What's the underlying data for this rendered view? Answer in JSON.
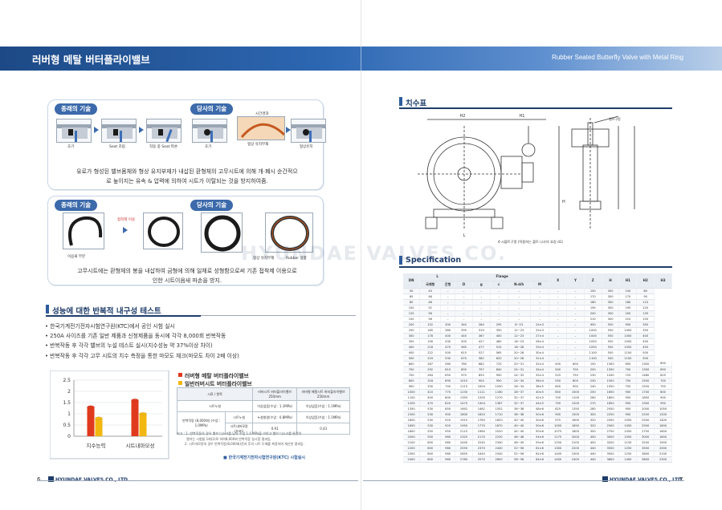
{
  "header": {
    "left_title": "러버형 메탈 버터플라이밸브",
    "right_title": "Rubber Seated Butterfly Valve with Metal Ring"
  },
  "panel1": {
    "tag_prior": "종래의 기술",
    "tag_ours": "당사의 기술",
    "labels": [
      "초기",
      "Seat 조립",
      "작동 중 Seat 파손",
      "초기",
      "형상 유지부재",
      "형상유지"
    ],
    "label_time": "시간경과",
    "caption": "유로가 형성된 밸브몸체와 형상 유지부재가 내삽된 환형체의 고무시트에 의해 개·폐시 순간적으로 높이지는 유속 & 압력에 의하여 시트가 이탈되는 것을 방지하여줌."
  },
  "panel2": {
    "tag_prior": "종래의 기술",
    "tag_ours": "당사의 기술",
    "label_defect": "접착제 이용",
    "label_bond": "이음새 부분",
    "label_part": "형상 유지부재",
    "label_rubber": "Rubber 방향",
    "caption": "고무시트에는 환형체의 봉을 내삽하여 금형에 의해 일체로 성형함으로써 기존 접착제 이용으로 인한 시트이음새 파손을 방지."
  },
  "section_test": {
    "title": "성능에 대한 반복적 내구성 테스트",
    "bullets": [
      "한국기계전기전자시험연구원(KTC)에서 공인 시험 실시",
      "250A 사이즈를 기존 일반 제품과 신청제품을 동시에 각각 8,000회 반복작동",
      "반복작동 후 각각 밸브의 누설 테스트 실시(지수성능 약 37%이상 차이)",
      "반복작동 후 각각 고무 시트의 치수 측정을 통한 마모도 체크(마모도 차이 2배 이상)"
    ]
  },
  "legend": {
    "item1": "러버형 메탈 버터플라이밸브",
    "item2": "일반러버시트 버터플라이밸브",
    "color1": "#e03a1e",
    "color2": "#f3b712"
  },
  "chart_data": {
    "type": "bar",
    "categories": [
      "지수능력",
      "시트내마모성"
    ],
    "series": [
      {
        "values": [
          1.3,
          1.6
        ]
      },
      {
        "values": [
          0.8,
          1.0
        ]
      }
    ],
    "yticks": [
      "0",
      "0.5",
      "1",
      "1.5",
      "2",
      "2.5"
    ],
    "ylim": [
      0,
      2.5
    ]
  },
  "test_table": {
    "h_item": "항목",
    "h_sample": "시료",
    "h_col1": "러버시트 버터플라이밸브 250mm",
    "h_col2": "러버형 메탈시트 버터플라이밸브 250mm",
    "row1_label": "시트누설",
    "row1_c1": "이상없음(수압 : 1.1MPa)",
    "row1_c2": "이상없음(수압 : 1.1MPa)",
    "row2_group": "반복작동 (8,000회) (수압 : 1.0MPa)",
    "row2_label": "시트누설",
    "row2_c1": "누설발생(수압 : 0.8MPa)",
    "row2_c2": "이상없음(수압 : 1.1MPa)",
    "row3_label": "시트내마모량 (mm)",
    "row3_c1": "0.91",
    "row3_c2": "0.43"
  },
  "notes": [
    "비고 : 1. 반복작동의 경우 밸브 디스크를 닫아 수압 1.0 MPa을 가하고 밸브 디스크를 완전히",
    "열어는 시험을 1회(2)로 하여8,000회 반복작동 실시함 결과임.",
    "2. 시트마모량의 경우 반복작동(8,000회)전과 후의 시트 두께를 측정하여 계산한 결과임."
  ],
  "ktc_note": "■ 한국기계전기전자시험연구원(KTC) 시험실시",
  "section_dim": {
    "title": "치수표",
    "stem_label": "밸브구멍",
    "hole_note": "4-시볼트구멍 (적용하는 볼트 나사의 호칭 d1)"
  },
  "dims": {
    "H2": "H2",
    "H1": "H1",
    "L": "L",
    "H": "H"
  },
  "section_spec": {
    "title": "Specification"
  },
  "spec_headers": {
    "dn": "DN",
    "l": "L",
    "flange": "Flange",
    "cols": [
      "국제형",
      "간형",
      "D",
      "g",
      "c",
      "N-d/h",
      "M",
      "X",
      "Y",
      "Z",
      "H",
      "H1",
      "H2",
      "H3"
    ]
  },
  "spec_rows": [
    [
      "50",
      "43",
      "–",
      "–",
      "–",
      "–",
      "–",
      "–",
      "–",
      "–",
      "150",
      "300",
      "150",
      "80"
    ],
    [
      "65",
      "46",
      "–",
      "–",
      "–",
      "–",
      "–",
      "–",
      "–",
      "–",
      "170",
      "300",
      "170",
      "95"
    ],
    [
      "80",
      "46",
      "–",
      "–",
      "–",
      "–",
      "–",
      "–",
      "–",
      "–",
      "180",
      "300",
      "180",
      "110"
    ],
    [
      "100",
      "52",
      "–",
      "–",
      "–",
      "–",
      "–",
      "–",
      "–",
      "–",
      "195",
      "300",
      "195",
      "120"
    ],
    [
      "125",
      "56",
      "–",
      "–",
      "–",
      "–",
      "–",
      "–",
      "–",
      "–",
      "200",
      "300",
      "200",
      "135"
    ],
    [
      "150",
      "56",
      "–",
      "–",
      "–",
      "–",
      "–",
      "–",
      "–",
      "–",
      "210",
      "300",
      "210",
      "150"
    ],
    [
      "200",
      "152",
      "300",
      "340",
      "264",
      "295",
      "8~23",
      "24×3",
      "–",
      "–",
      "950",
      "550",
      "950",
      "350"
    ],
    [
      "250",
      "165",
      "380",
      "395",
      "319",
      "350",
      "12~23",
      "25×3",
      "–",
      "–",
      "1000",
      "550",
      "1000",
      "350"
    ],
    [
      "300",
      "178",
      "400",
      "445",
      "367",
      "400",
      "12~23",
      "27×4",
      "–",
      "–",
      "1000",
      "550",
      "1000",
      "400"
    ],
    [
      "350",
      "190",
      "430",
      "505",
      "427",
      "460",
      "16~23",
      "28×4",
      "–",
      "–",
      "1050",
      "550",
      "1050",
      "450"
    ],
    [
      "400",
      "216",
      "470",
      "565",
      "477",
      "515",
      "16~28",
      "29×4",
      "–",
      "–",
      "1050",
      "550",
      "1050",
      "450"
    ],
    [
      "450",
      "222",
      "500",
      "615",
      "527",
      "565",
      "20~28",
      "30×4",
      "–",
      "–",
      "1100",
      "550",
      "1100",
      "500"
    ],
    [
      "500",
      "229",
      "530",
      "670",
      "582",
      "620",
      "20~28",
      "31×4",
      "–",
      "–",
      "1100",
      "550",
      "1100",
      "500"
    ],
    [
      "600",
      "267",
      "580",
      "780",
      "682",
      "725",
      "20~31",
      "32×4",
      "450",
      "600",
      "150",
      "1300",
      "650",
      "1300",
      "600"
    ],
    [
      "700",
      "292",
      "610",
      "895",
      "797",
      "840",
      "24~31",
      "34×4",
      "500",
      "700",
      "200",
      "1350",
      "700",
      "1350",
      "650"
    ],
    [
      "750",
      "284",
      "650",
      "970",
      "855",
      "900",
      "24~32",
      "35×4",
      "525",
      "750",
      "230",
      "1430",
      "725",
      "1480",
      "625"
    ],
    [
      "800",
      "318",
      "690",
      "1015",
      "904",
      "950",
      "24~34",
      "36×4",
      "550",
      "800",
      "230",
      "1500",
      "750",
      "1500",
      "700"
    ],
    [
      "900",
      "330",
      "740",
      "1115",
      "1004",
      "1050",
      "28~34",
      "38×5",
      "600",
      "900",
      "240",
      "1550",
      "750",
      "1550",
      "750"
    ],
    [
      "1000",
      "410",
      "770",
      "1230",
      "1111",
      "1160",
      "28~37",
      "40×5",
      "650",
      "1000",
      "250",
      "1650",
      "900",
      "1700",
      "800"
    ],
    [
      "1100",
      "450",
      "800",
      "1355",
      "1200",
      "1270",
      "32~37",
      "42×5",
      "700",
      "1100",
      "260",
      "1800",
      "950",
      "1800",
      "900"
    ],
    [
      "1200",
      "470",
      "820",
      "1470",
      "1304",
      "1387",
      "32~37",
      "44×5",
      "750",
      "1200",
      "270",
      "1850",
      "950",
      "1900",
      "950"
    ],
    [
      "1350",
      "530",
      "850",
      "1642",
      "1462",
      "1552",
      "36~38",
      "48×6",
      "825",
      "1350",
      "280",
      "2050",
      "950",
      "2000",
      "1050"
    ],
    [
      "1500",
      "530",
      "900",
      "1800",
      "1620",
      "1710",
      "36~38",
      "50×6",
      "900",
      "1500",
      "300",
      "2250",
      "950",
      "2250",
      "1200"
    ],
    [
      "1600",
      "530",
      "920",
      "1915",
      "1760",
      "1820",
      "40~40",
      "50×6",
      "975",
      "1600",
      "320",
      "2500",
      "1050",
      "2500",
      "1400"
    ],
    [
      "1650",
      "530",
      "920",
      "1950",
      "1770",
      "1870",
      "40~40",
      "50×6",
      "1050",
      "1650",
      "320",
      "2500",
      "1050",
      "2500",
      "1600"
    ],
    [
      "1800",
      "550",
      "950",
      "2115",
      "1960",
      "2020",
      "44~40",
      "50×6",
      "1075",
      "1800",
      "350",
      "2750",
      "1050",
      "2750",
      "1600"
    ],
    [
      "2000",
      "550",
      "980",
      "2325",
      "2170",
      "2230",
      "48~48",
      "54×6",
      "1175",
      "2000",
      "450",
      "3000",
      "1050",
      "3000",
      "1800"
    ],
    [
      "2100",
      "600",
      "980",
      "2440",
      "2240",
      "2340",
      "48~49",
      "59×6",
      "1250",
      "2100",
      "400",
      "3200",
      "1150",
      "3250",
      "1900"
    ],
    [
      "2200",
      "600",
      "980",
      "2550",
      "2370",
      "2440",
      "52~56",
      "61×6",
      "1300",
      "2200",
      "440",
      "3500",
      "1250",
      "3500",
      "2000"
    ],
    [
      "2300",
      "600",
      "980",
      "2655",
      "2440",
      "2540",
      "52~56",
      "62×6",
      "1400",
      "2300",
      "440",
      "3500",
      "1250",
      "3600",
      "2100"
    ],
    [
      "2400",
      "600",
      "980",
      "2780",
      "2570",
      "2650",
      "56~56",
      "64×6",
      "1400",
      "2400",
      "440",
      "3800",
      "1400",
      "3800",
      "2300"
    ]
  ],
  "watermark": "HYUNDAE VALVES CO.",
  "footer": {
    "left_num": "6",
    "left_brand": "HYUNDAE VALVES CO., LTD.",
    "right_brand": "HYUNDAE VALVES CO., LTD.",
    "right_num": "7"
  }
}
